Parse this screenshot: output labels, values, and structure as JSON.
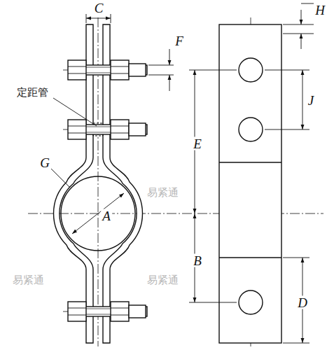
{
  "diagram": {
    "labels": [
      "C",
      "F",
      "H",
      "J",
      "E",
      "B",
      "D",
      "A",
      "G",
      "定距管",
      "易紧通",
      "易紧通",
      "易紧通"
    ]
  }
}
